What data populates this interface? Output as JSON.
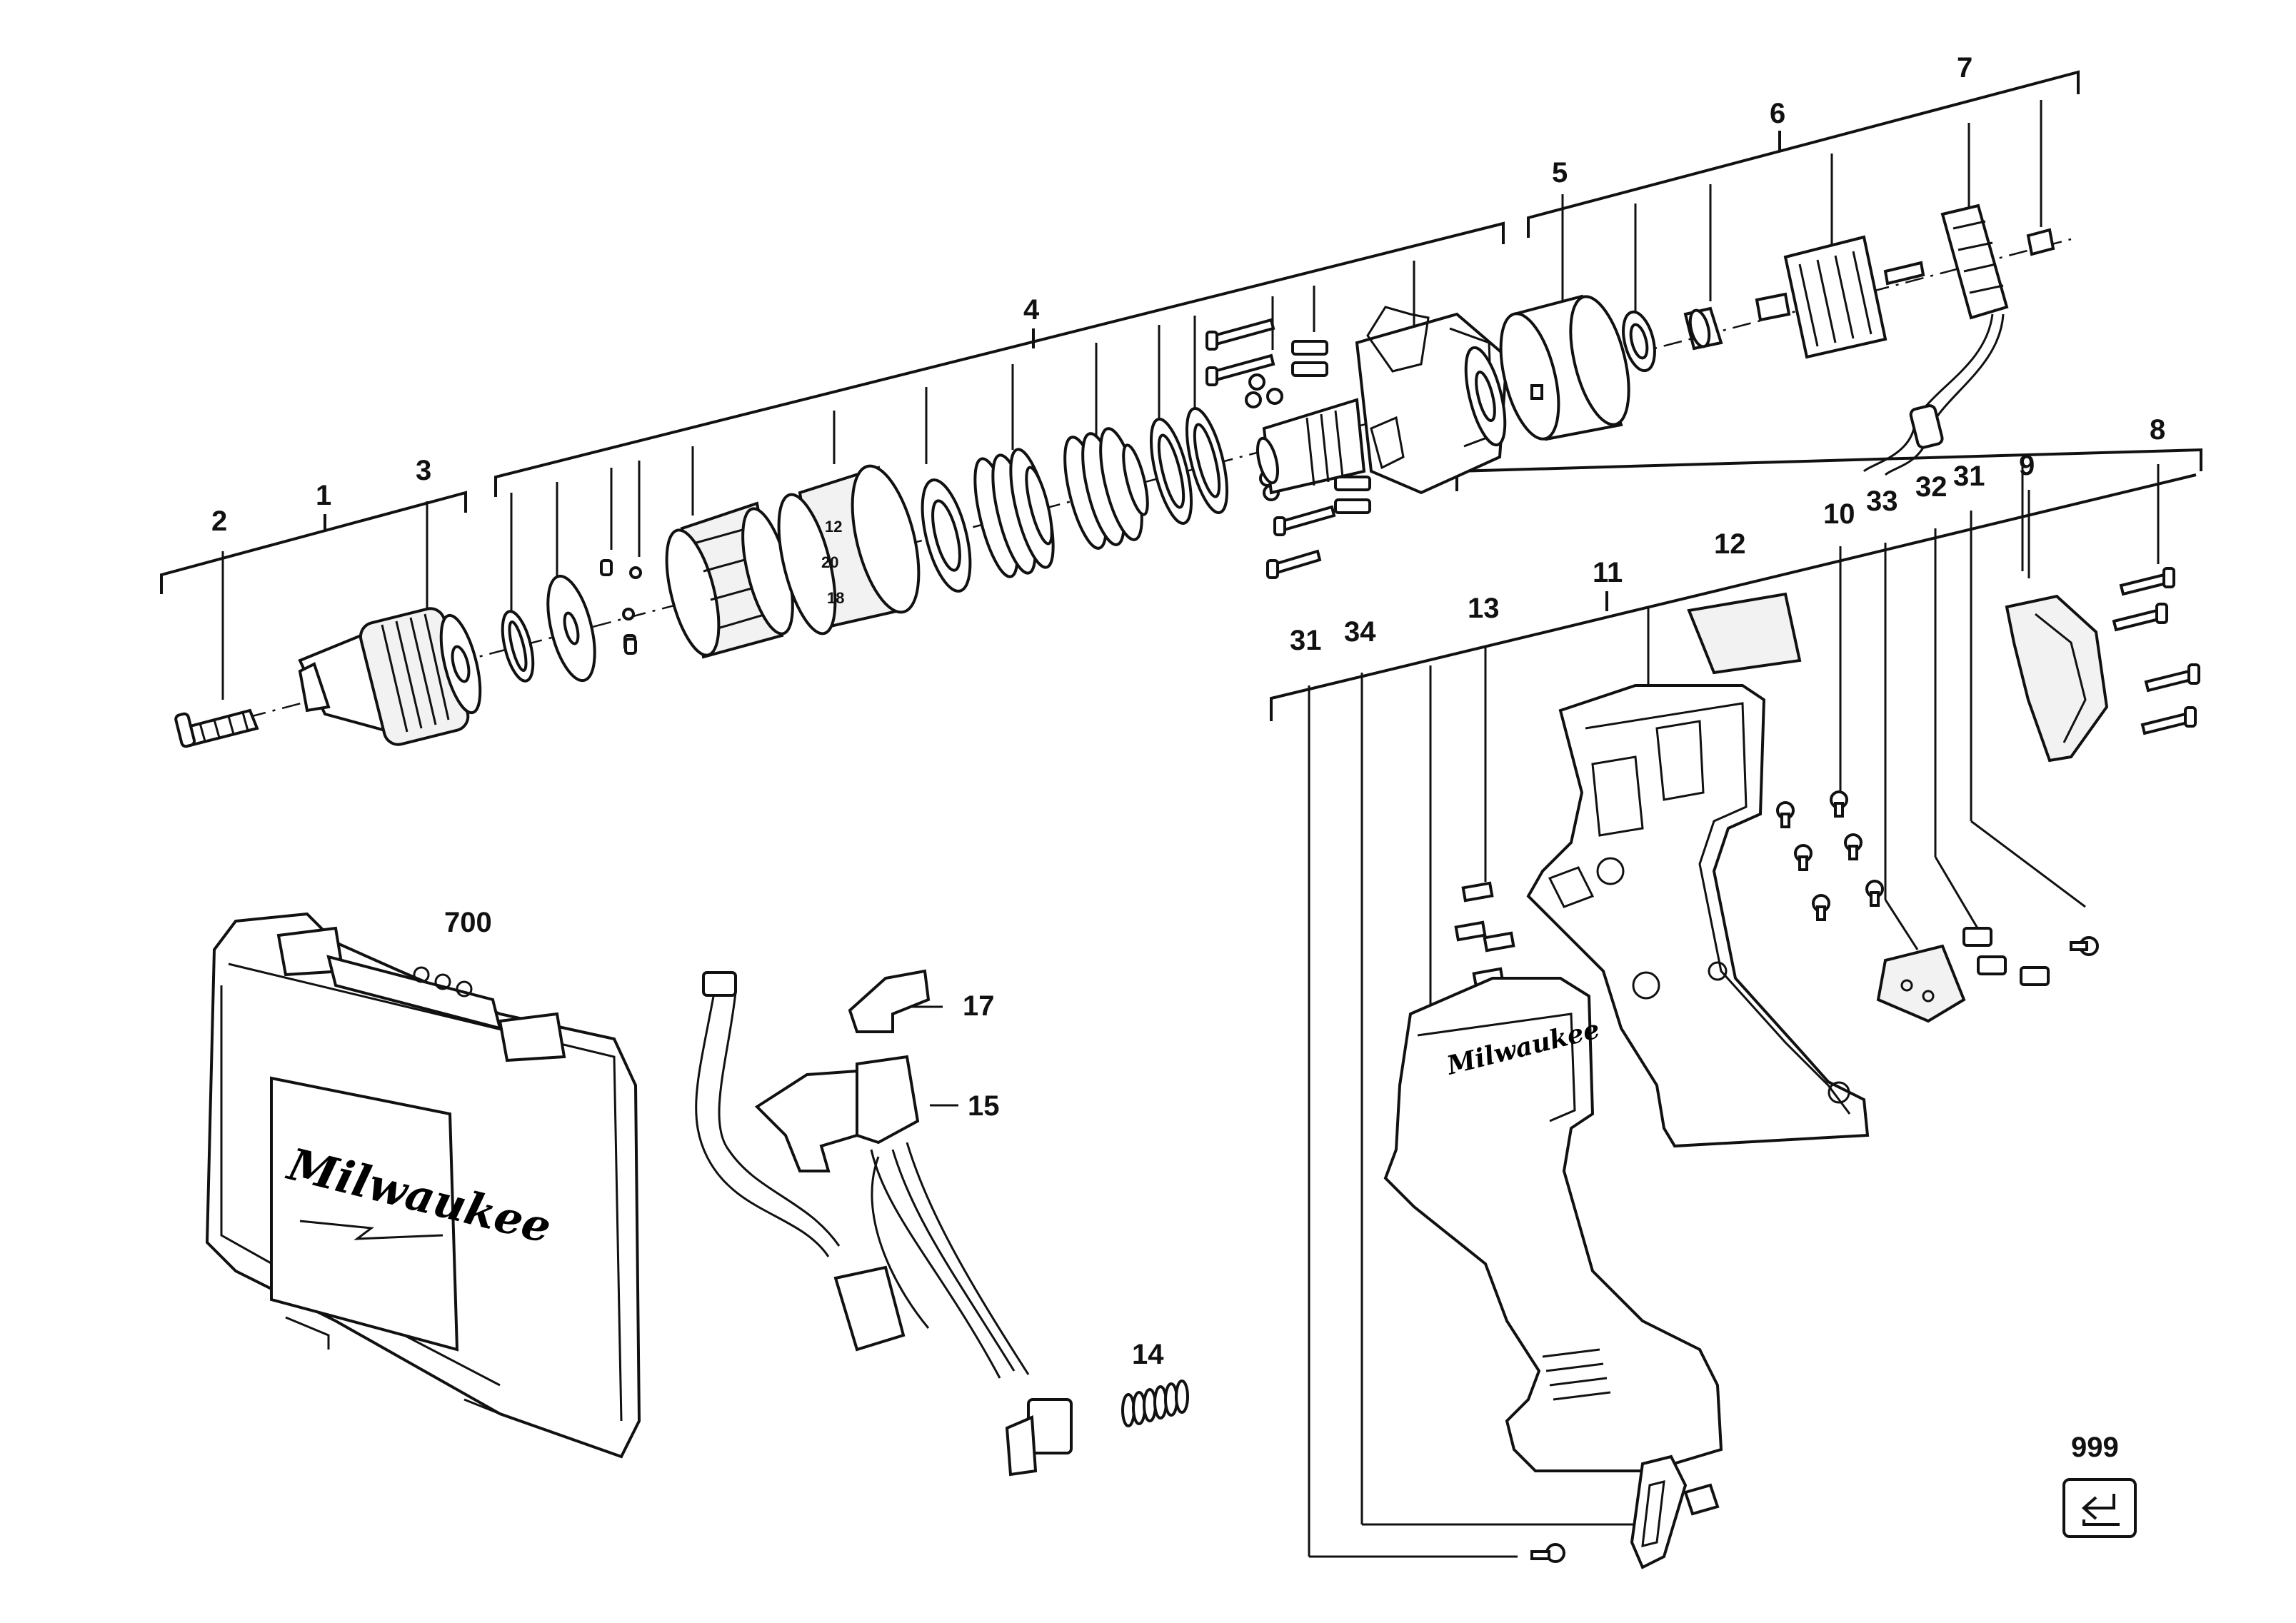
{
  "labels": {
    "p1": "1",
    "p2": "2",
    "p3": "3",
    "p4": "4",
    "p5": "5",
    "p6": "6",
    "p7": "7",
    "p8": "8",
    "p9": "9",
    "p10": "10",
    "p11": "11",
    "p12": "12",
    "p13": "13",
    "p14": "14",
    "p15": "15",
    "p17": "17",
    "p31a": "31",
    "p31b": "31",
    "p32": "32",
    "p33": "33",
    "p34": "34",
    "p700": "700",
    "p999": "999"
  },
  "brand": {
    "case_logo": "Milwaukee",
    "housing_logo": "Milwaukee"
  },
  "chuck_numbers": [
    "12",
    "20",
    "18"
  ],
  "icons": {
    "return": "return-arrow-icon"
  }
}
